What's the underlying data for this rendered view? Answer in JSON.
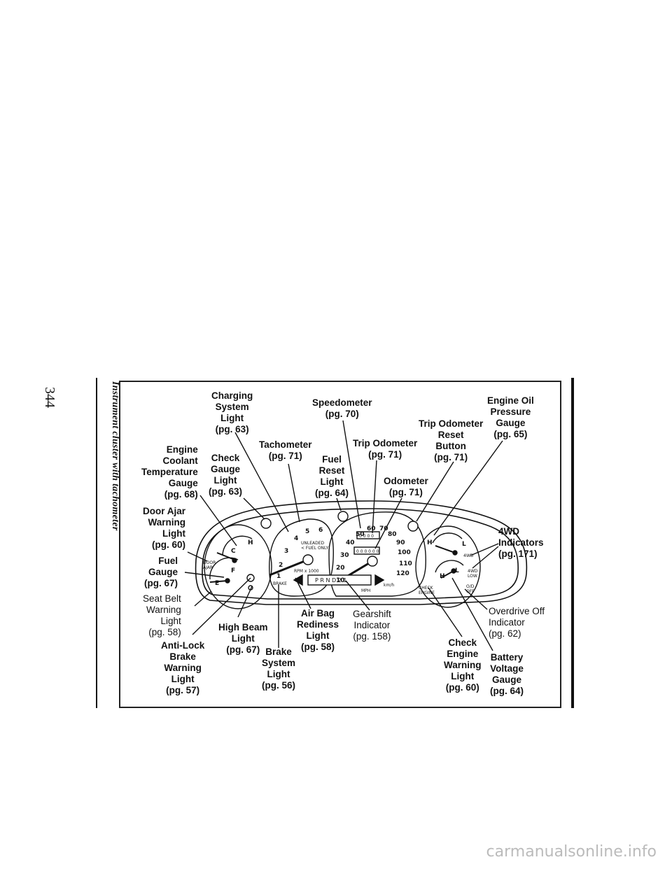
{
  "page_number": "344",
  "side_title": "Instrument cluster with tachometer",
  "watermark": "carmanualsonline.info",
  "labels": {
    "charging_system": "Charging\nSystem\nLight\n(pg. 63)",
    "speedometer": "Speedometer\n(pg. 70)",
    "engine_oil_pressure": "Engine Oil\nPressure\nGauge\n(pg. 65)",
    "trip_odometer_reset": "Trip Odometer\nReset\nButton\n(pg. 71)",
    "engine_coolant": "Engine\nCoolant\nTemperature\nGauge\n(pg. 68)",
    "check_gauge": "Check\nGauge\nLight\n(pg. 63)",
    "tachometer": "Tachometer\n(pg. 71)",
    "fuel_reset": "Fuel\nReset\nLight\n(pg. 64)",
    "trip_odometer": "Trip Odometer\n(pg. 71)",
    "odometer": "Odometer\n(pg. 71)",
    "door_ajar": "Door Ajar\nWarning\nLight\n(pg. 60)",
    "fuel_gauge": "Fuel\nGauge\n(pg. 67)",
    "four_wd": "4WD\nIndicators\n(pg. 171)",
    "seat_belt": "Seat Belt\nWarning\nLight\n(pg. 58)",
    "high_beam": "High Beam\nLight\n(pg. 67)",
    "air_bag": "Air Bag\nRediness\nLight\n(pg. 58)",
    "gearshift": "Gearshift\nIndicator\n(pg. 158)",
    "overdrive_off": "Overdrive Off\nIndicator\n(pg. 62)",
    "anti_lock": "Anti-Lock\nBrake\nWarning\nLight\n(pg. 57)",
    "brake_system": "Brake\nSystem\nLight\n(pg. 56)",
    "check_engine": "Check\nEngine\nWarning\nLight\n(pg. 60)",
    "battery_voltage": "Battery\nVoltage\nGauge\n(pg. 64)"
  },
  "cluster": {
    "tach_numbers": [
      "1",
      "2",
      "3",
      "4",
      "5",
      "6"
    ],
    "tach_text": "UNLEADED\n< FUEL ONLY",
    "rpm_text": "RPM x 1000",
    "speedo_mph": [
      "10",
      "20",
      "30",
      "40",
      "50",
      "60",
      "70",
      "80",
      "90",
      "100",
      "110",
      "120"
    ],
    "mph_text": "MPH",
    "kmh_text": "km/h",
    "trip_display": "0 0 0 0",
    "odo_display": "0 0 0 0 0 0",
    "gear_selector": "P  R  N D  2  1",
    "fuel_marks": [
      "E",
      "F"
    ],
    "temp_marks": [
      "C",
      "H"
    ],
    "oil_marks": [
      "L",
      "H"
    ],
    "volt_marks": [
      "L",
      "H"
    ],
    "check_engine_text": "CHECK\nENGINE",
    "door_ajar_text": "DOOR\nAJAR",
    "brake_text": "BRAKE",
    "od_off_text": "O/D\nOFF",
    "four_wd_texts": [
      "4WD",
      "4WD\nLOW"
    ]
  }
}
